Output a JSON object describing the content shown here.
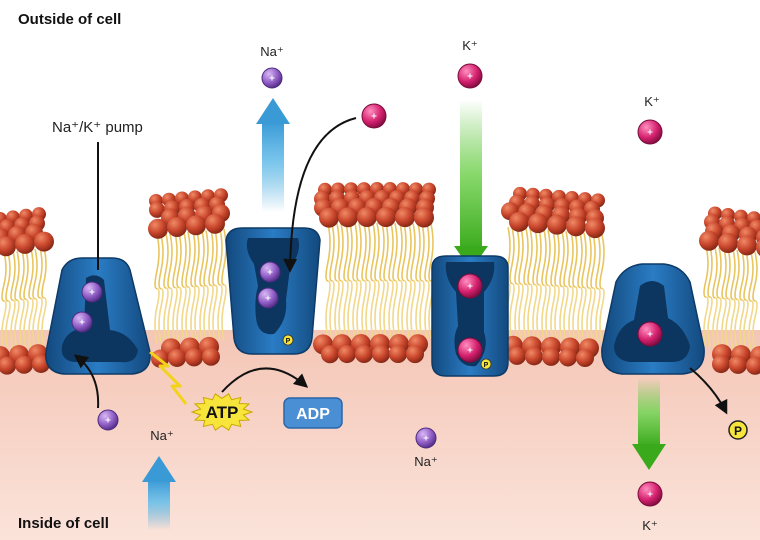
{
  "regions": {
    "outside": "Outside of cell",
    "inside": "Inside of cell"
  },
  "pump_label": "Na⁺/K⁺ pump",
  "ions": {
    "sodium": "Na⁺",
    "potassium": "K⁺"
  },
  "energy": {
    "atp": "ATP",
    "adp": "ADP",
    "phosphate": "P"
  },
  "colors": {
    "sodium_ion": "#8e5cc4",
    "potassium_ion": "#d4206e",
    "pump_protein": "#1f66a8",
    "membrane_head": "#c8452b",
    "tail": "#f0d27a",
    "inside_bg": "#f7d3c8",
    "na_arrow": "#4aa8dc",
    "k_arrow": "#5cc43a",
    "atp_burst": "#f7e53c",
    "adp_box": "#4a8fd4"
  }
}
